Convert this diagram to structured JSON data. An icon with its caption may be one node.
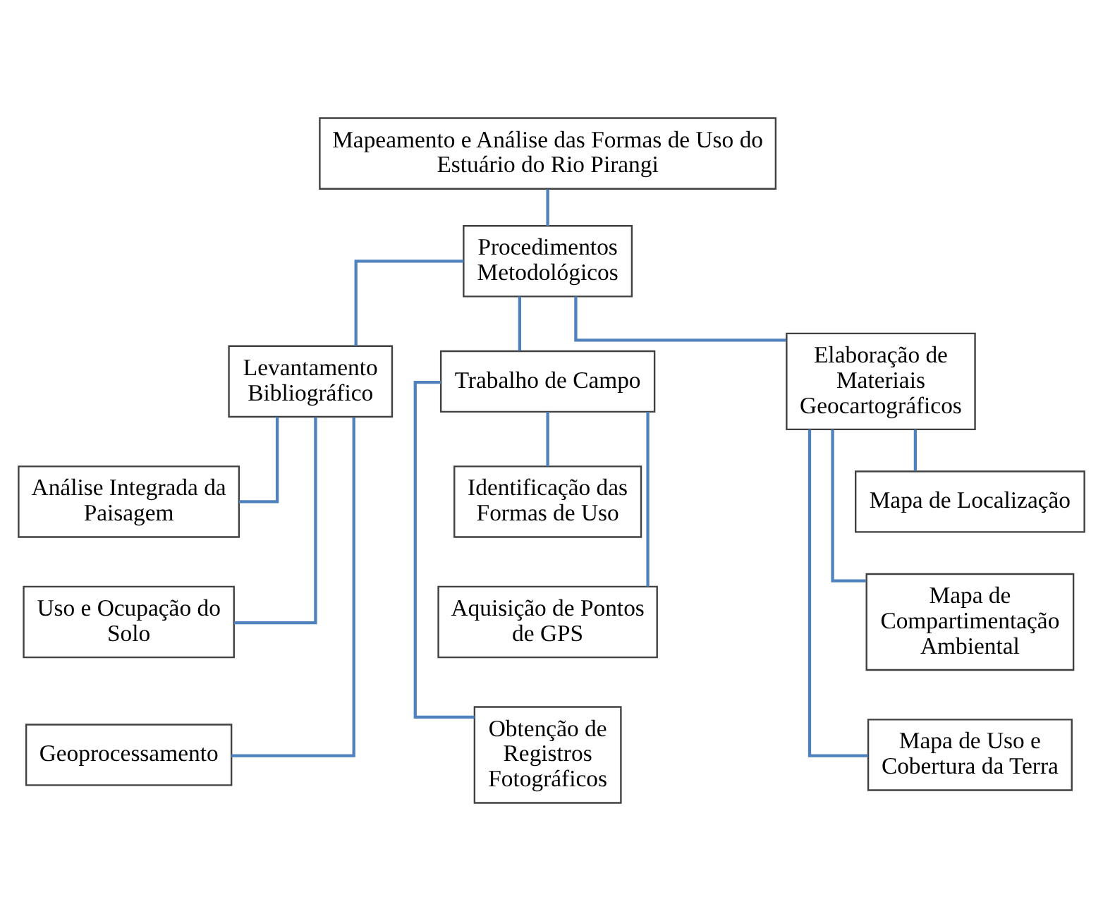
{
  "diagram": {
    "nodes": [
      {
        "text": [
          "Mapeamento e Análise das Formas de Uso do Estuário do Rio Pirangi"
        ]
      },
      {
        "text": [
          "Procedimentos Metodológicos"
        ]
      },
      {
        "text": [
          "Levantamento Bibliográfico"
        ]
      },
      {
        "text": [
          "Trabalho de Campo"
        ]
      },
      {
        "text": [
          "Elaboração de Materiais Geocartográficos"
        ]
      },
      {
        "text": [
          "Análise Integrada da Paisagem"
        ]
      },
      {
        "text": [
          "Uso e Ocupação do Solo"
        ]
      },
      {
        "text": [
          "Geoprocessamento"
        ]
      },
      {
        "text": [
          "Identificação das Formas de Uso"
        ]
      },
      {
        "text": [
          "Aquisição de Pontos de GPS"
        ]
      },
      {
        "text": [
          "Obtenção de Registros Fotográficos"
        ]
      },
      {
        "text": [
          "Mapa de Localização"
        ]
      },
      {
        "text": [
          "Mapa de Compartimentação Ambiental"
        ]
      },
      {
        "text": [
          "Mapa de Uso e Cobertura da Terra"
        ]
      }
    ],
    "edges": [
      {
        "from": 0,
        "to": 1,
        "arrow": "none"
      },
      {
        "from": 1,
        "to": 2,
        "arrow": "none"
      },
      {
        "from": 1,
        "to": 3,
        "arrow": "none"
      },
      {
        "from": 1,
        "to": 4,
        "arrow": "none"
      },
      {
        "from": 2,
        "to": 5,
        "arrow": "none"
      },
      {
        "from": 2,
        "to": 6,
        "arrow": "none"
      },
      {
        "from": 2,
        "to": 7,
        "arrow": "none"
      },
      {
        "from": 3,
        "to": 8,
        "arrow": "none"
      },
      {
        "from": 3,
        "to": 9,
        "arrow": "none"
      },
      {
        "from": 3,
        "to": 10,
        "arrow": "none"
      },
      {
        "from": 4,
        "to": 11,
        "arrow": "none"
      },
      {
        "from": 4,
        "to": 12,
        "arrow": "none"
      },
      {
        "from": 4,
        "to": 13,
        "arrow": "none"
      }
    ]
  }
}
